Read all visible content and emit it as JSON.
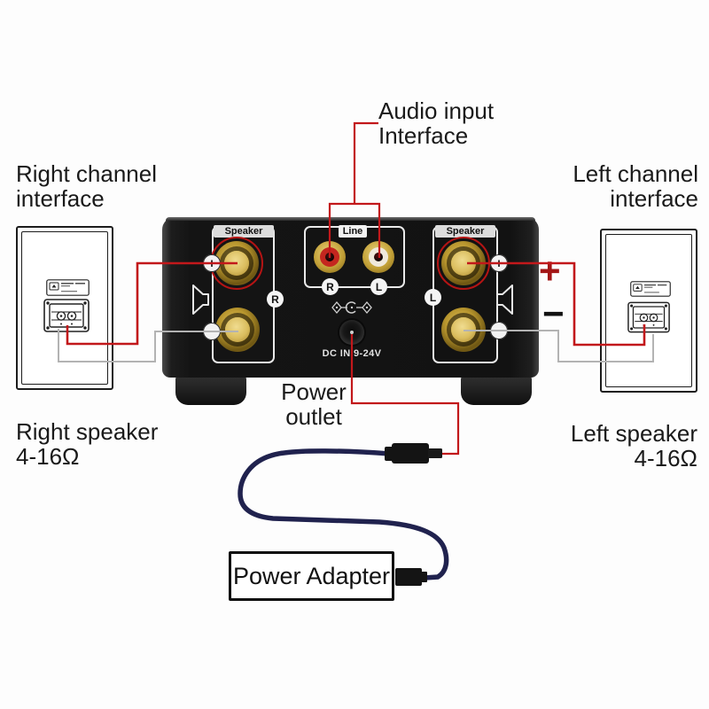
{
  "annotations": {
    "audio_input": {
      "line1": "Audio input",
      "line2": "Interface"
    },
    "right_channel": {
      "line1": "Right channel",
      "line2": "interface"
    },
    "left_channel": {
      "line1": "Left channel",
      "line2": "interface"
    },
    "right_speaker": {
      "line1": "Right speaker",
      "line2": "4-16Ω"
    },
    "left_speaker": {
      "line1": "Left speaker",
      "line2": "4-16Ω"
    },
    "power_outlet": {
      "line1": "Power",
      "line2": "outlet"
    },
    "power_adapter": "Power Adapter",
    "plus_marker": "+",
    "minus_marker": "−"
  },
  "amplifier": {
    "speaker_section_left_label": "Speaker",
    "speaker_section_right_label": "Speaker",
    "line_section_label": "Line",
    "dc_input_label": "DC IN 9-24V",
    "terminal_plus": "+",
    "terminal_minus": "−",
    "right_channel_letter": "R",
    "left_channel_letter": "L",
    "rca_right_letter": "R",
    "rca_left_letter": "L"
  },
  "colors": {
    "wire_positive": "#c2181b",
    "wire_negative": "#b3b3b3",
    "power_cable": "#20224e",
    "amp_body": "#161616",
    "post_gold": "#c9a845",
    "rca_right_ring": "#c4261f",
    "rca_left_ring": "#efe9dc",
    "speaker_label_bg": "#dcdcdc"
  }
}
